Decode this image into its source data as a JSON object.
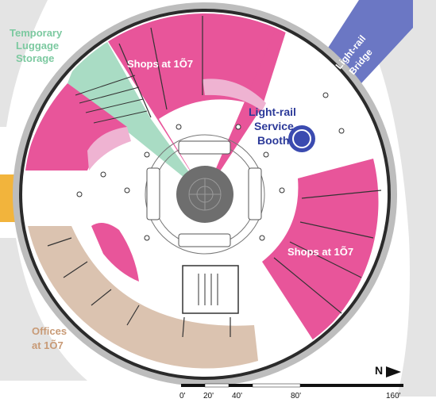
{
  "labels": {
    "luggage_line1": "Temporary",
    "luggage_line2": "Luggage",
    "luggage_line3": "Storage",
    "shops_top": "Shops at 1Õ7",
    "shops_right": "Shops at 1Õ7",
    "bridge_line1": "Light-rail",
    "bridge_line2": "Bridge",
    "booth_line1": "Light-rail",
    "booth_line2": "Service",
    "booth_line3": "Booth",
    "offices_line1": "Offices",
    "offices_line2": "at 1Õ7"
  },
  "scale": {
    "ticks": [
      "0'",
      "20'",
      "40'",
      "80'",
      "160'"
    ],
    "north_label": "N"
  },
  "colors": {
    "shops": "#e8559a",
    "shops_light": "#efb3d2",
    "luggage": "#a9dcc4",
    "luggage_text": "#7cc9a0",
    "offices": "#dbc3b0",
    "bridge": "#6b77c4",
    "booth_text": "#2c3a99",
    "booth_icon": "#3b4bb0",
    "entrance": "#f2b43c",
    "ring": "#2b2b2b",
    "offices_text": "#c89a76"
  }
}
